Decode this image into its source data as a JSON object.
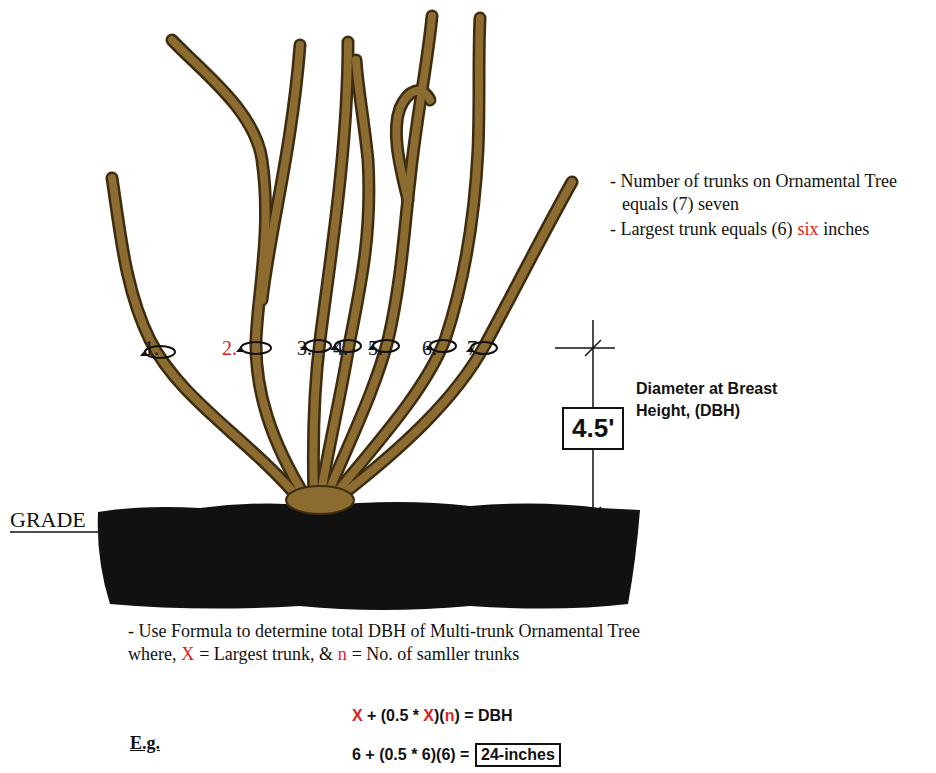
{
  "diagram": {
    "nodes": [
      {
        "text": [
          "4.5'"
        ]
      },
      {
        "text": [
          "24-inches"
        ]
      }
    ],
    "labels": [
      "1.",
      "2.",
      "3.",
      "4.",
      "5.",
      "6.",
      "7.",
      "Diameter at Breast Height, (DBH)",
      "- Number of trunks on Ornamental Tree equals (7) seven",
      "- Largest trunk equals (6)",
      "six",
      "inches",
      "GRADE",
      "- Use Formula to determine total DBH of Multi-trunk Ornamental Tree where,",
      "X",
      "= Largest trunk, &",
      "n",
      "= No. of samller trunks",
      "X",
      "+ (0.5 *",
      "X",
      ")(",
      "n",
      ") = DBH",
      "E.g.",
      "6 + (0.5 * 6)(6) ="
    ]
  }
}
